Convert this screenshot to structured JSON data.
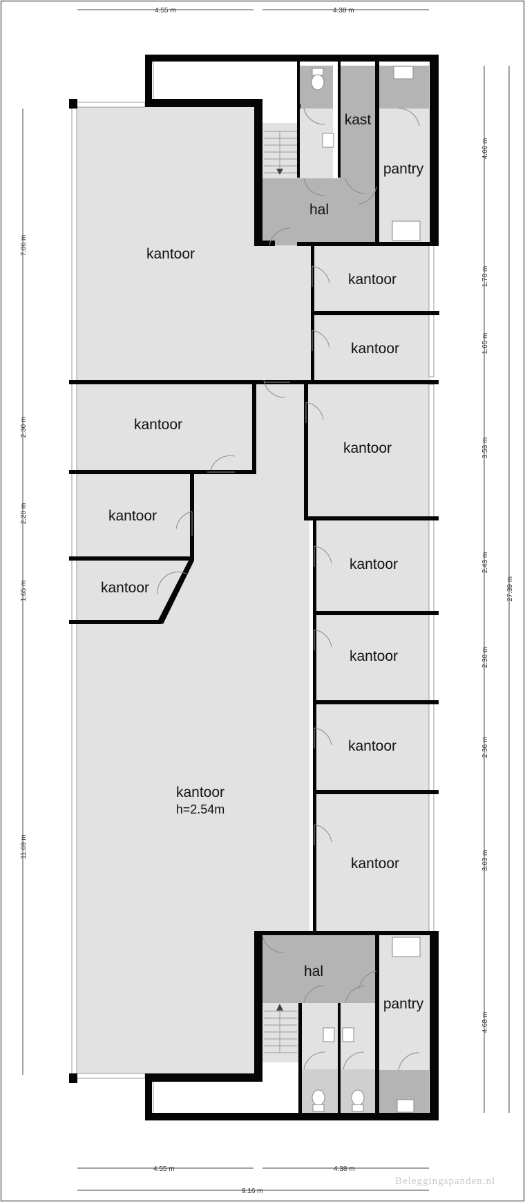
{
  "rooms": {
    "kantoor_main": "kantoor",
    "kantoor_large": "kantoor",
    "kantoor_large_height": "h=2.54m",
    "kantoor_r1": "kantoor",
    "kantoor_r2": "kantoor",
    "kantoor_r3": "kantoor",
    "kantoor_r4": "kantoor",
    "kantoor_r5": "kantoor",
    "kantoor_r6": "kantoor",
    "kantoor_r7": "kantoor",
    "kantoor_l1": "kantoor",
    "kantoor_l2": "kantoor",
    "kantoor_l3": "kantoor",
    "hal_top": "hal",
    "hal_bottom": "hal",
    "kast": "kast",
    "pantry_top": "pantry",
    "pantry_bottom": "pantry"
  },
  "dimensions": {
    "top_left": "4.55 m",
    "top_right": "4.38 m",
    "bottom_left": "4.55 m",
    "bottom_right": "4.38 m",
    "bottom_total": "9.16 m",
    "left": [
      "7.06 m",
      "2.30 m",
      "2.20 m",
      "1.65 m",
      "11.69 m"
    ],
    "right": [
      "4.66 m",
      "1.70 m",
      "1.65 m",
      "3.53 m",
      "2.43 m",
      "2.30 m",
      "2.36 m",
      "3.63 m",
      "4.68 m"
    ],
    "right_total": "27.39 m"
  },
  "watermark": "Beleggingspanden.nl"
}
